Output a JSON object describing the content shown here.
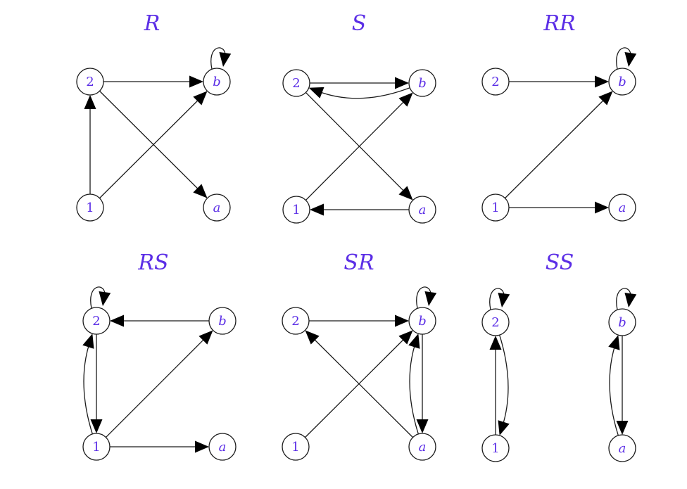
{
  "colors": {
    "label": "#5b2ee6",
    "stroke": "#1a1a1a",
    "arrow": "#000000"
  },
  "panels": [
    {
      "title": "R",
      "edges": [
        {
          "from": "2",
          "to": "b"
        },
        {
          "from": "2",
          "to": "a"
        },
        {
          "from": "1",
          "to": "2"
        },
        {
          "from": "1",
          "to": "b"
        },
        {
          "from": "b",
          "to": "b"
        }
      ]
    },
    {
      "title": "S",
      "edges": [
        {
          "from": "2",
          "to": "b"
        },
        {
          "from": "b",
          "to": "2",
          "curved": true
        },
        {
          "from": "2",
          "to": "a"
        },
        {
          "from": "1",
          "to": "b"
        },
        {
          "from": "a",
          "to": "1"
        }
      ]
    },
    {
      "title": "RR",
      "edges": [
        {
          "from": "2",
          "to": "b"
        },
        {
          "from": "1",
          "to": "b"
        },
        {
          "from": "1",
          "to": "a"
        },
        {
          "from": "b",
          "to": "b"
        }
      ]
    },
    {
      "title": "RS",
      "edges": [
        {
          "from": "b",
          "to": "2"
        },
        {
          "from": "2",
          "to": "1"
        },
        {
          "from": "1",
          "to": "2",
          "curved": true
        },
        {
          "from": "1",
          "to": "b"
        },
        {
          "from": "1",
          "to": "a"
        },
        {
          "from": "2",
          "to": "2"
        }
      ]
    },
    {
      "title": "SR",
      "edges": [
        {
          "from": "2",
          "to": "b"
        },
        {
          "from": "b",
          "to": "a"
        },
        {
          "from": "a",
          "to": "b",
          "curved": true
        },
        {
          "from": "a",
          "to": "2"
        },
        {
          "from": "1",
          "to": "b"
        },
        {
          "from": "b",
          "to": "b"
        }
      ]
    },
    {
      "title": "SS",
      "edges": [
        {
          "from": "1",
          "to": "2"
        },
        {
          "from": "2",
          "to": "1",
          "curved": true
        },
        {
          "from": "b",
          "to": "a"
        },
        {
          "from": "a",
          "to": "b",
          "curved": true
        },
        {
          "from": "2",
          "to": "2"
        },
        {
          "from": "b",
          "to": "b"
        }
      ]
    }
  ],
  "node_labels": [
    "1",
    "2",
    "a",
    "b"
  ]
}
